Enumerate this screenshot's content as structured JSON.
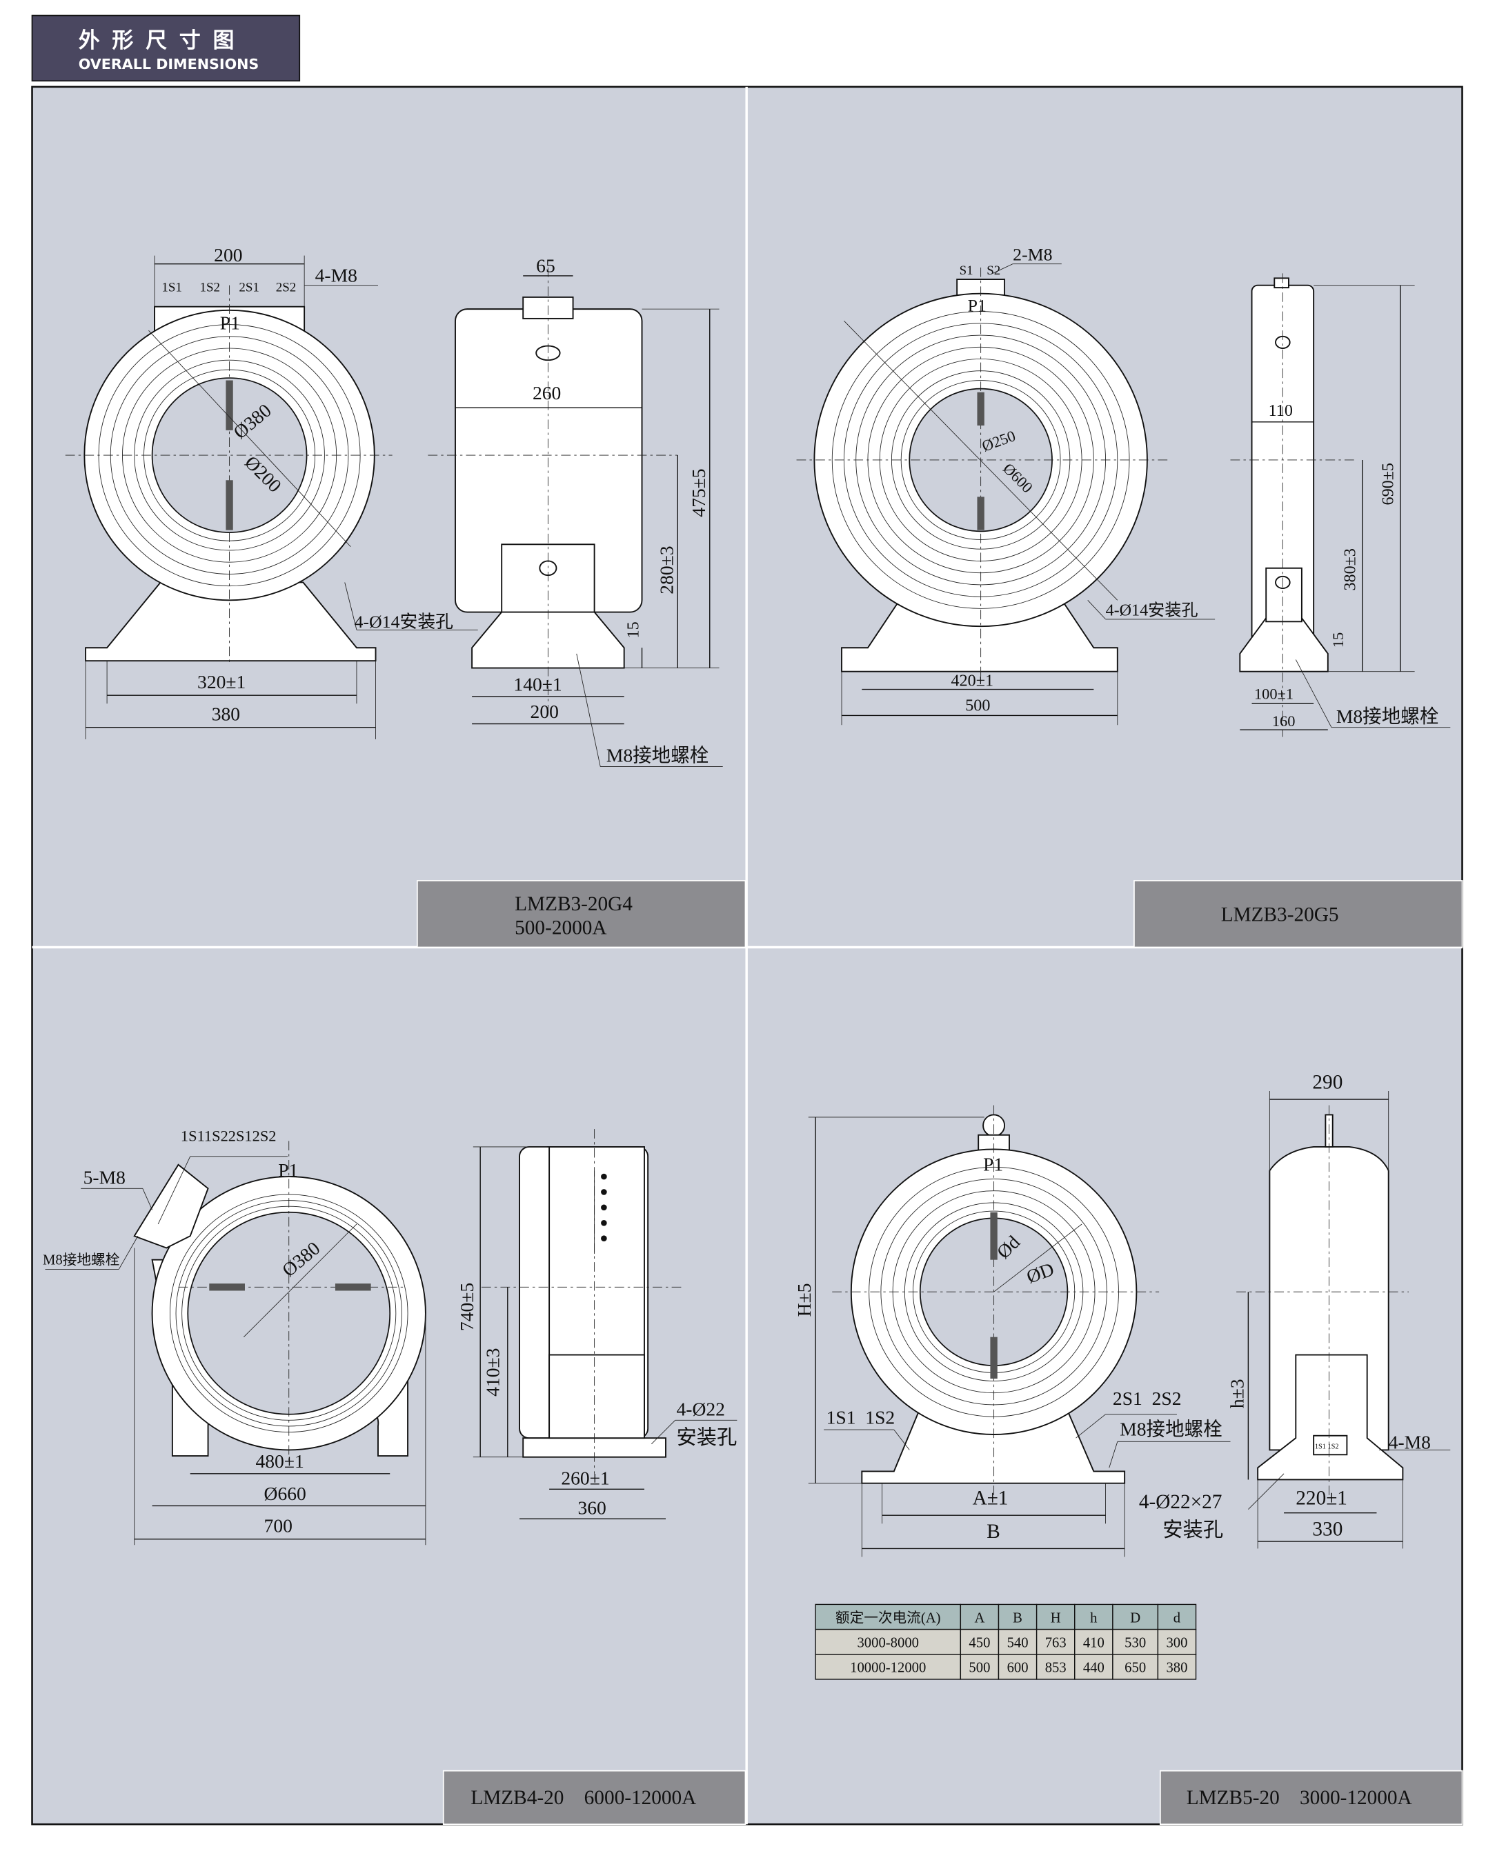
{
  "header": {
    "title_cn": "外 形 尺 寸 图",
    "title_en": "OVERALL DIMENSIONS"
  },
  "colors": {
    "panel_bg": "#cdd1db",
    "header_bg": "#4a4760",
    "label_bg": "#8c8c90",
    "table_header_bg": "#a9bcbc",
    "table_row_bg": "#d6d4cc"
  },
  "panels": [
    {
      "model": "LMZB3-20G4",
      "current": "500-2000A",
      "labels": {
        "w200": "200",
        "m8": "4-M8",
        "t1": "1S1",
        "t2": "1S2",
        "t3": "2S1",
        "t4": "2S2",
        "p1": "P1",
        "d380": "Ø380",
        "d200": "Ø200",
        "mount": "4-Ø14安装孔",
        "d320": "320±1",
        "d380b": "380",
        "w65": "65",
        "w260": "260",
        "h475": "475±5",
        "h280": "280±3",
        "h15": "15",
        "w140": "140±1",
        "w200b": "200",
        "ground": "M8接地螺栓"
      }
    },
    {
      "model": "LMZB3-20G5",
      "labels": {
        "s1": "S1",
        "s2": "S2",
        "m8": "2-M8",
        "p1": "P1",
        "d250": "Ø250",
        "d600": "Ø600",
        "mount": "4-Ø14安装孔",
        "w420": "420±1",
        "w500": "500",
        "w110": "110",
        "h690": "690±5",
        "h380": "380±3",
        "h15": "15",
        "w100": "100±1",
        "w160": "160",
        "ground": "M8接地螺栓"
      }
    },
    {
      "model": "LMZB4-20    6000-12000A",
      "labels": {
        "terms": "1S11S22S12S2",
        "m8": "5-M8",
        "ground": "M8接地螺栓",
        "p1": "P1",
        "d380": "Ø380",
        "w480": "480±1",
        "d660": "Ø660",
        "w700": "700",
        "h740": "740±5",
        "h410": "410±3",
        "hole": "4-Ø22",
        "mount": "安装孔",
        "w260": "260±1",
        "w360": "360"
      }
    },
    {
      "model": "LMZB5-20    3000-12000A",
      "labels": {
        "p1": "P1",
        "dd": "Ød",
        "dD": "ØD",
        "hH": "H±5",
        "t1": "1S1  1S2",
        "t2": "2S1  2S2",
        "ground": "M8接地螺栓",
        "wA": "A±1",
        "wB": "B",
        "hole": "4-Ø22×27",
        "mount": "安装孔",
        "w290": "290",
        "hh": "h±3",
        "m8": "4-M8",
        "w220": "220±1",
        "w330": "330",
        "small": "1S1 1S2"
      },
      "table": {
        "headers": [
          "额定一次电流(A)",
          "A",
          "B",
          "H",
          "h",
          "D",
          "d"
        ],
        "rows": [
          [
            "3000-8000",
            "450",
            "540",
            "763",
            "410",
            "530",
            "300"
          ],
          [
            "10000-12000",
            "500",
            "600",
            "853",
            "440",
            "650",
            "380"
          ]
        ]
      }
    }
  ]
}
